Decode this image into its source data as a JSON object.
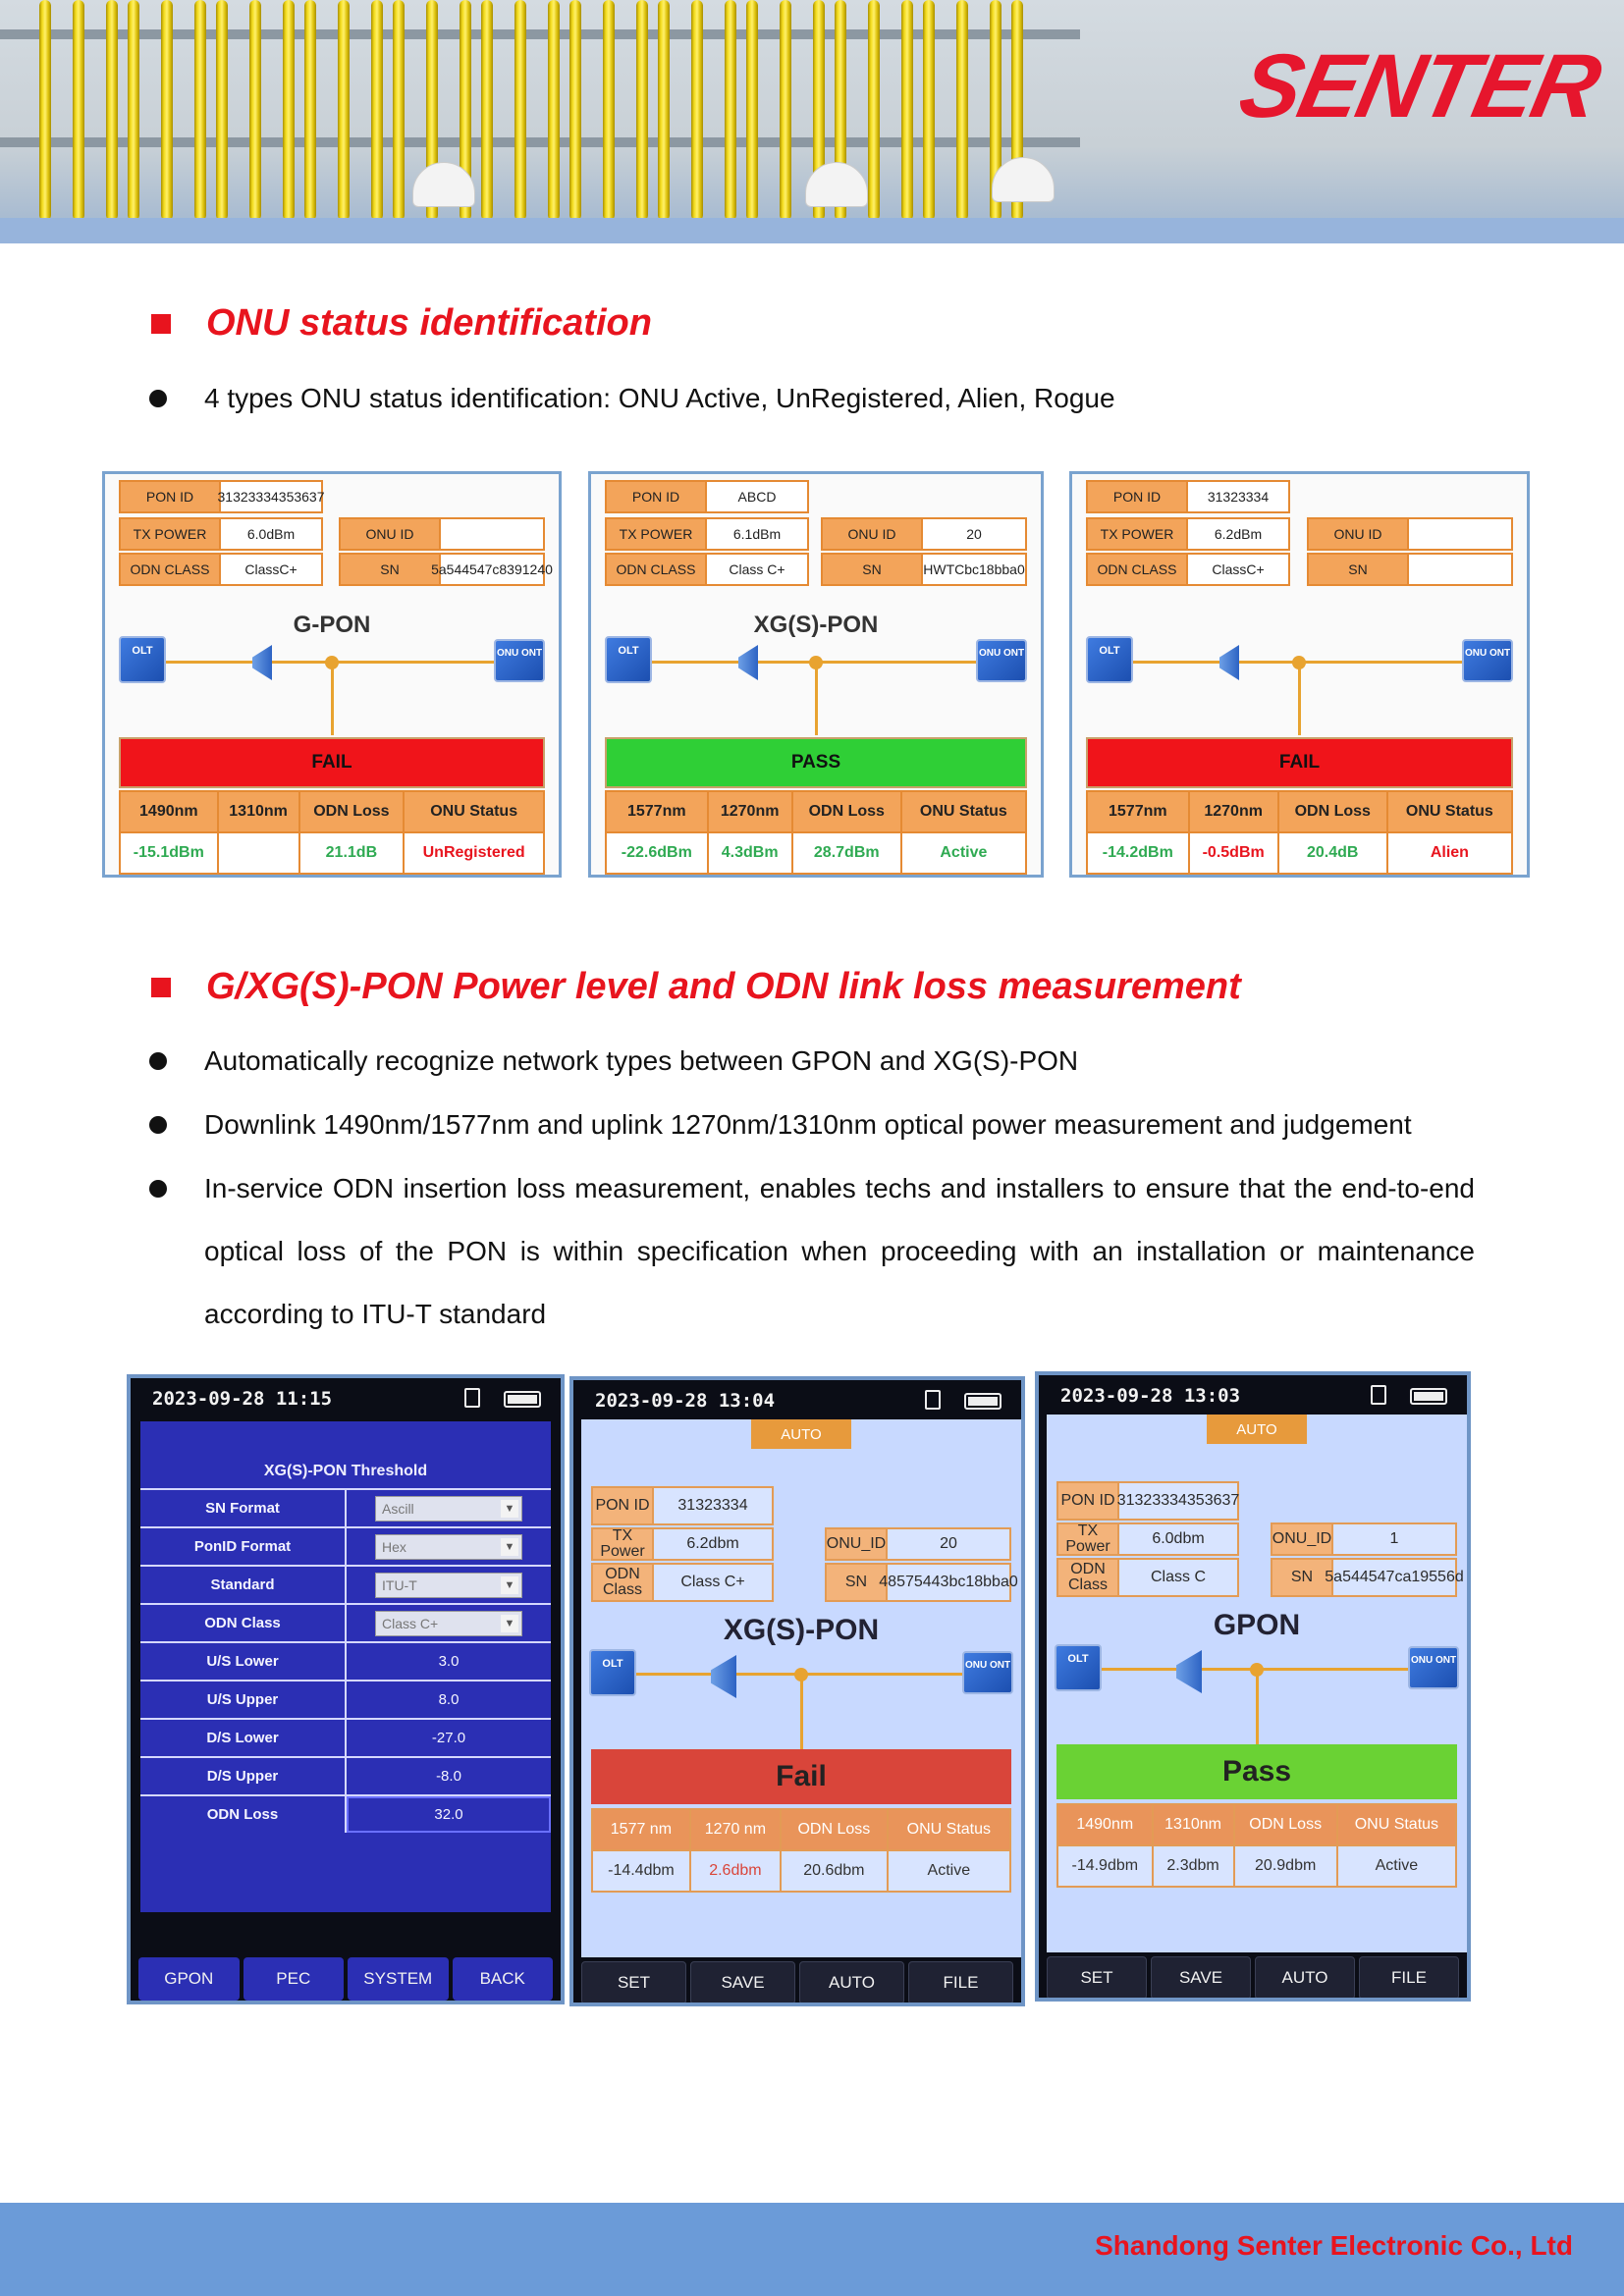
{
  "brand": {
    "logo_text": "SENTER"
  },
  "section1": {
    "title": "ONU status identification",
    "bullets": [
      "4 types ONU status identification: ONU Active, UnRegistered, Alien, Rogue"
    ]
  },
  "panels": [
    {
      "network": "G-PON",
      "pon_id_label": "PON ID",
      "pon_id": "31323334353637",
      "tx_power_label": "TX POWER",
      "tx_power": "6.0dBm",
      "odn_class_label": "ODN CLASS",
      "odn_class": "ClassC+",
      "onu_id_label": "ONU ID",
      "onu_id": "",
      "sn_label": "SN",
      "sn": "5a544547c8391240",
      "olt_label": "OLT",
      "onu_label": "ONU ONT",
      "verdict": "FAIL",
      "verdict_color": "#f0141a",
      "headers": [
        "1490nm",
        "1310nm",
        "ODN Loss",
        "ONU Status"
      ],
      "values": [
        "-15.1dBm",
        "",
        "21.1dB",
        "UnRegistered"
      ],
      "value_colors": [
        "#2faa52",
        "#2faa52",
        "#2faa52",
        "#e8141e"
      ]
    },
    {
      "network": "XG(S)-PON",
      "pon_id_label": "PON ID",
      "pon_id": "ABCD",
      "tx_power_label": "TX POWER",
      "tx_power": "6.1dBm",
      "odn_class_label": "ODN CLASS",
      "odn_class": "Class C+",
      "onu_id_label": "ONU ID",
      "onu_id": "20",
      "sn_label": "SN",
      "sn": "HWTCbc18bba0",
      "olt_label": "OLT",
      "onu_label": "ONU ONT",
      "verdict": "PASS",
      "verdict_color": "#2fcf36",
      "headers": [
        "1577nm",
        "1270nm",
        "ODN Loss",
        "ONU Status"
      ],
      "values": [
        "-22.6dBm",
        "4.3dBm",
        "28.7dBm",
        "Active"
      ],
      "value_colors": [
        "#2faa52",
        "#2faa52",
        "#2faa52",
        "#2faa52"
      ]
    },
    {
      "network": "",
      "pon_id_label": "PON ID",
      "pon_id": "31323334",
      "tx_power_label": "TX POWER",
      "tx_power": "6.2dBm",
      "odn_class_label": "ODN CLASS",
      "odn_class": "ClassC+",
      "onu_id_label": "ONU ID",
      "onu_id": "",
      "sn_label": "SN",
      "sn": "",
      "olt_label": "OLT",
      "onu_label": "ONU ONT",
      "verdict": "FAIL",
      "verdict_color": "#f0141a",
      "headers": [
        "1577nm",
        "1270nm",
        "ODN Loss",
        "ONU Status"
      ],
      "values": [
        "-14.2dBm",
        "-0.5dBm",
        "20.4dB",
        "Alien"
      ],
      "value_colors": [
        "#2faa52",
        "#e8141e",
        "#2faa52",
        "#e8141e"
      ]
    }
  ],
  "section2": {
    "title": "G/XG(S)-PON Power level and ODN link loss measurement",
    "bullets": [
      "Automatically recognize network types between GPON and XG(S)-PON",
      "Downlink 1490nm/1577nm and uplink 1270nm/1310nm optical power measurement and judgement",
      "In-service ODN insertion loss measurement, enables techs and installers to ensure that the end-to-end optical loss of the PON is within specification when proceeding with an installation or maintenance according to ITU-T standard"
    ]
  },
  "screen_threshold": {
    "datetime": "2023-09-28 11:15",
    "title": "XG(S)-PON Threshold",
    "rows": [
      {
        "label": "SN Format",
        "value": "Ascill",
        "select": true
      },
      {
        "label": "PonID Format",
        "value": "Hex",
        "select": true
      },
      {
        "label": "Standard",
        "value": "ITU-T",
        "select": true
      },
      {
        "label": "ODN Class",
        "value": "Class C+",
        "select": true
      },
      {
        "label": "U/S Lower",
        "value": "3.0",
        "select": false
      },
      {
        "label": "U/S Upper",
        "value": "8.0",
        "select": false
      },
      {
        "label": "D/S Lower",
        "value": "-27.0",
        "select": false
      },
      {
        "label": "D/S Upper",
        "value": "-8.0",
        "select": false
      },
      {
        "label": "ODN Loss",
        "value": "32.0",
        "select": false
      }
    ],
    "softkeys": [
      "GPON",
      "PEC",
      "SYSTEM",
      "BACK"
    ]
  },
  "screens": [
    {
      "datetime": "2023-09-28 13:04",
      "auto": "AUTO",
      "pon_id_label": "PON ID",
      "pon_id": "31323334",
      "tx_power_label": "TX Power",
      "tx_power": "6.2dbm",
      "odn_class_label": "ODN Class",
      "odn_class": "Class C+",
      "onu_id_label": "ONU_ID",
      "onu_id": "20",
      "sn_label": "SN",
      "sn": "48575443bc18bba0",
      "network": "XG(S)-PON",
      "olt_label": "OLT",
      "onu_label": "ONU ONT",
      "verdict": "Fail",
      "verdict_color": "#d9453a",
      "headers": [
        "1577 nm",
        "1270 nm",
        "ODN Loss",
        "ONU Status"
      ],
      "values": [
        "-14.4dbm",
        "2.6dbm",
        "20.6dbm",
        "Active"
      ],
      "value_colors": [
        "#333333",
        "#d9453a",
        "#333333",
        "#333333"
      ],
      "softkeys": [
        "SET",
        "SAVE",
        "AUTO",
        "FILE"
      ]
    },
    {
      "datetime": "2023-09-28 13:03",
      "auto": "AUTO",
      "pon_id_label": "PON ID",
      "pon_id": "31323334353637",
      "tx_power_label": "TX Power",
      "tx_power": "6.0dbm",
      "odn_class_label": "ODN Class",
      "odn_class": "Class C",
      "onu_id_label": "ONU_ID",
      "onu_id": "1",
      "sn_label": "SN",
      "sn": "5a544547ca19556d",
      "network": "GPON",
      "olt_label": "OLT",
      "onu_label": "ONU ONT",
      "verdict": "Pass",
      "verdict_color": "#6ad234",
      "headers": [
        "1490nm",
        "1310nm",
        "ODN Loss",
        "ONU Status"
      ],
      "values": [
        "-14.9dbm",
        "2.3dbm",
        "20.9dbm",
        "Active"
      ],
      "value_colors": [
        "#333333",
        "#333333",
        "#333333",
        "#333333"
      ],
      "softkeys": [
        "SET",
        "SAVE",
        "AUTO",
        "FILE"
      ]
    }
  ],
  "footer": {
    "company": "Shandong Senter Electronic Co., Ltd"
  },
  "colors": {
    "accent_red": "#e8141e",
    "footer_blue": "#6b9bd8",
    "panel_border": "#7aa3cf"
  }
}
